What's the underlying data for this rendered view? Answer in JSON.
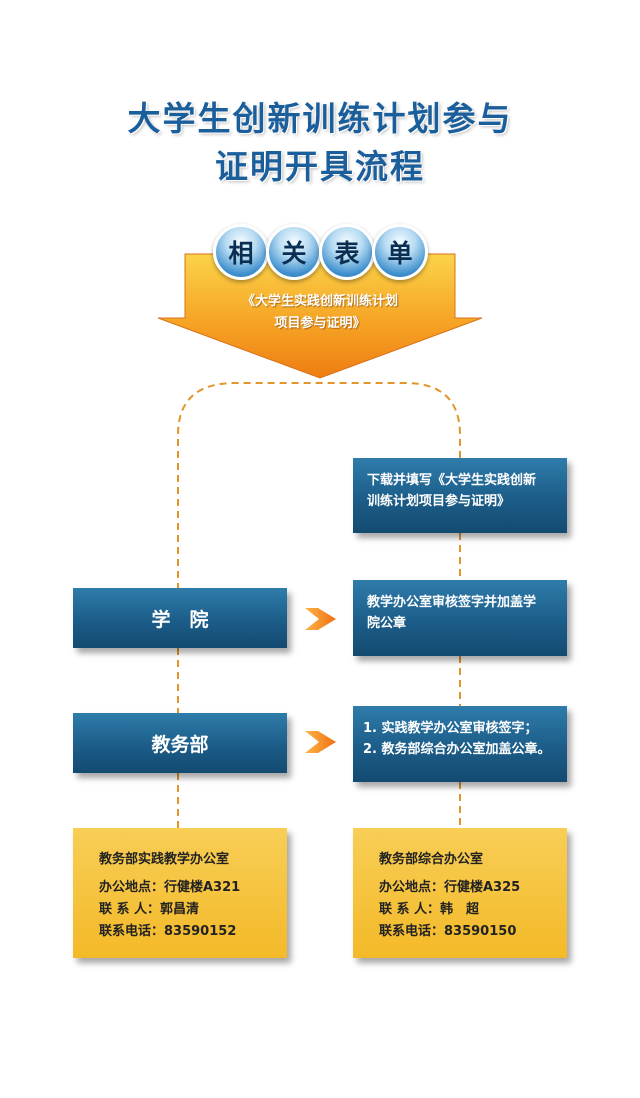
{
  "title": {
    "line1": "大学生创新训练计划参与",
    "line2": "证明开具流程"
  },
  "related_forms": {
    "chars": [
      "相",
      "关",
      "表",
      "单"
    ],
    "line1": "《大学生实践创新训练计划",
    "line2": "项目参与证明》"
  },
  "steps": {
    "download": {
      "line1": "下载并填写《大学生实践创新",
      "line2": "训练计划项目参与证明》"
    },
    "college_review": {
      "line1": "教学办公室审核签字并加盖学",
      "line2": "院公章"
    },
    "academic_review": {
      "line1": "1. 实践教学办公室审核签字；",
      "line2": "2. 教务部综合办公室加盖公章。"
    }
  },
  "departments": {
    "college": "学　院",
    "academic_affairs": "教务部"
  },
  "contacts": {
    "practice_office": {
      "name": "教务部实践教学办公室",
      "location": "办公地点：行健楼A321",
      "person": "联 系 人：郭昌清",
      "phone": "联系电话：83590152"
    },
    "general_office": {
      "name": "教务部综合办公室",
      "location": "办公地点：行健楼A325",
      "person": "联 系 人：韩　超",
      "phone": "联系电话：83590150"
    }
  },
  "colors": {
    "title": "#1a5e9c",
    "box_dark": "#1c5d89",
    "box_info": "#f3b928",
    "arrow": "#f39a1e",
    "connector": "#e2952a"
  }
}
